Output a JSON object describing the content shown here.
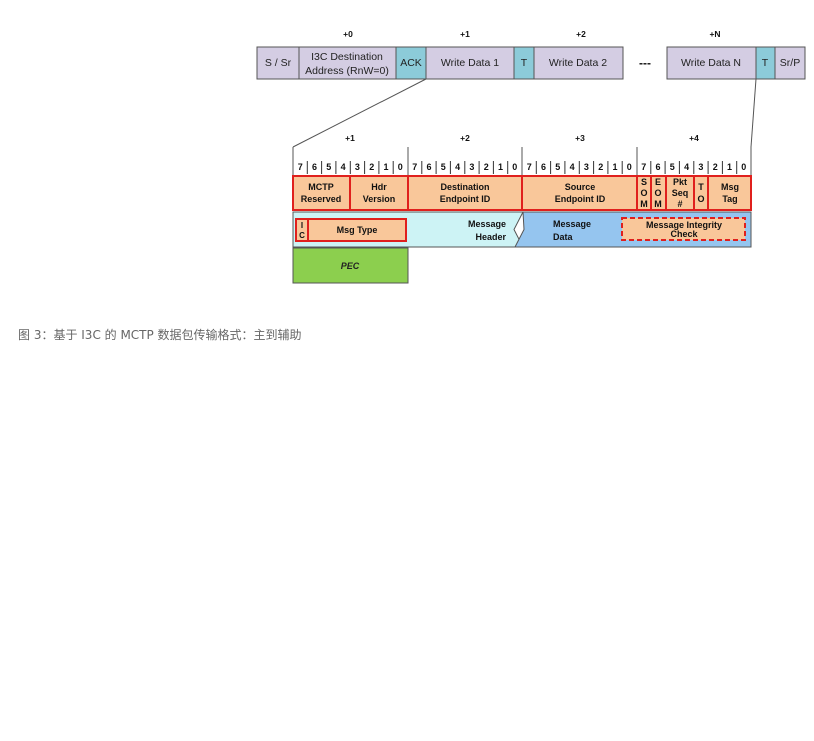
{
  "bus": {
    "byte_labels": [
      "+0",
      "+1",
      "+2",
      "+N"
    ],
    "cells": {
      "start": "S / Sr",
      "addr_line1": "I3C Destination",
      "addr_line2": "Address (RnW=0)",
      "ack": "ACK",
      "wd1": "Write Data 1",
      "t1": "T",
      "wd2": "Write Data 2",
      "ellipsis": "---",
      "wdn": "Write Data N",
      "tn": "T",
      "stop": "Sr/P"
    }
  },
  "detail": {
    "byte_labels": [
      "+1",
      "+2",
      "+3",
      "+4"
    ],
    "bits": [
      "7",
      "6",
      "5",
      "4",
      "3",
      "2",
      "1",
      "0",
      "7",
      "6",
      "5",
      "4",
      "3",
      "2",
      "1",
      "0",
      "7",
      "6",
      "5",
      "4",
      "3",
      "2",
      "1",
      "0",
      "7",
      "6",
      "5",
      "4",
      "3",
      "2",
      "1",
      "0"
    ],
    "fields": {
      "mctp_reserved": [
        "MCTP",
        "Reserved"
      ],
      "hdr_version": [
        "Hdr",
        "Version"
      ],
      "dest_eid": [
        "Destination",
        "Endpoint ID"
      ],
      "src_eid": [
        "Source",
        "Endpoint ID"
      ],
      "som": [
        "S",
        "O",
        "M"
      ],
      "eom": [
        "E",
        "O",
        "M"
      ],
      "pkt_seq": [
        "Pkt",
        "Seq",
        "#"
      ],
      "to": [
        "T",
        "O"
      ],
      "msg_tag": [
        "Msg",
        "Tag"
      ],
      "ic": [
        "I",
        "C"
      ],
      "msg_type": "Msg Type",
      "message_header": [
        "Message",
        "Header"
      ],
      "message_data": [
        "Message",
        "Data"
      ],
      "integrity_check": [
        "Message Integrity",
        "Check"
      ],
      "pec": "PEC"
    }
  },
  "caption": "图 3：基于 I3C 的 MCTP 数据包传输格式：主到辅助",
  "colors": {
    "bus_fill": "#d4cde3",
    "teal_fill": "#8ccbd9",
    "field_fill": "#f9c79a",
    "field_border": "#e0201d",
    "header_fill": "#cdf3f5",
    "data_fill": "#95c5ef",
    "pec_fill": "#8ccf4e"
  }
}
